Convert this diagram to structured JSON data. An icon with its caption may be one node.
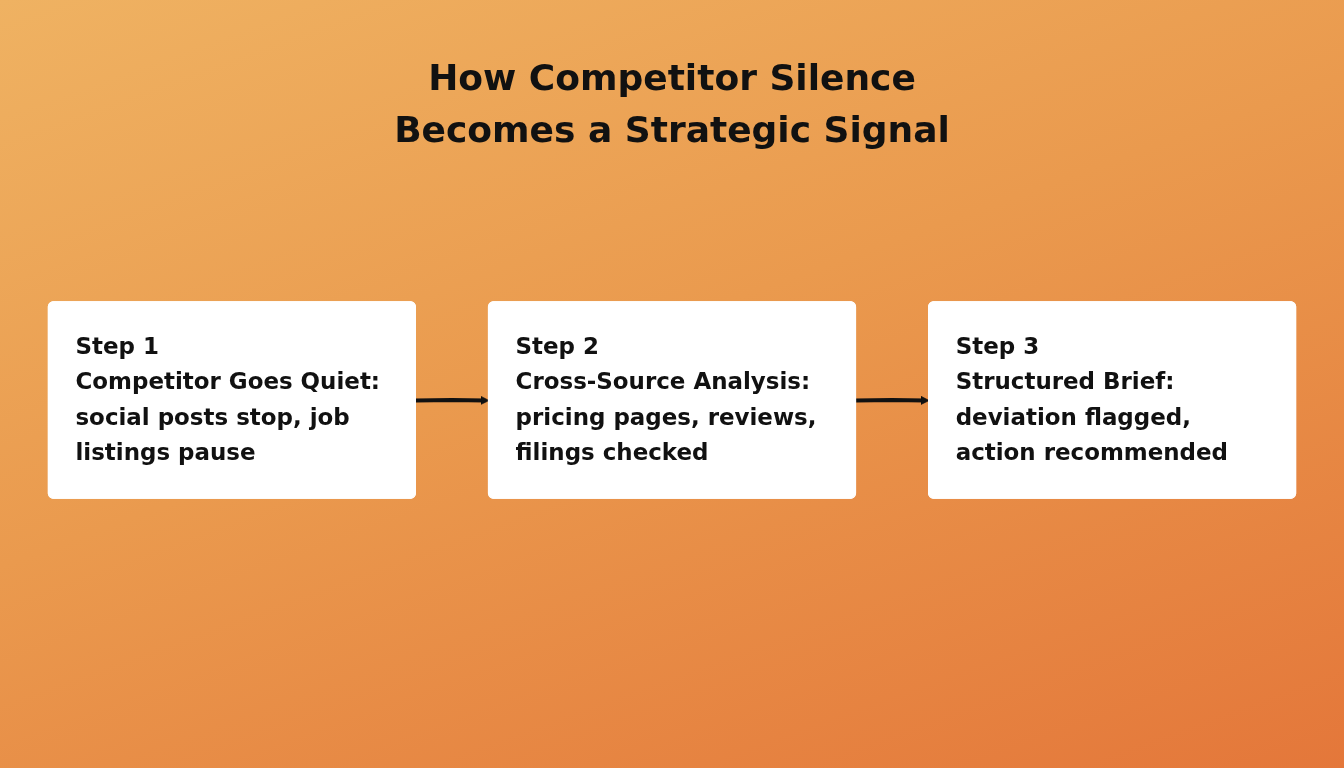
{
  "diagram": {
    "title": "How Competitor Silence Becomes a Strategic Signal",
    "nodes": [
      {
        "text": [
          "Step 1",
          "Competitor Goes Quiet: social posts stop, job listings pause"
        ]
      },
      {
        "text": [
          "Step 2",
          "Cross-Source Analysis: pricing pages, reviews, filings checked"
        ]
      },
      {
        "text": [
          "Step 3",
          "Structured Brief: deviation flagged, action recommended"
        ]
      }
    ],
    "edges": [
      {
        "from": 0,
        "to": 1,
        "arrow": "to"
      },
      {
        "from": 1,
        "to": 2,
        "arrow": "to"
      }
    ]
  }
}
